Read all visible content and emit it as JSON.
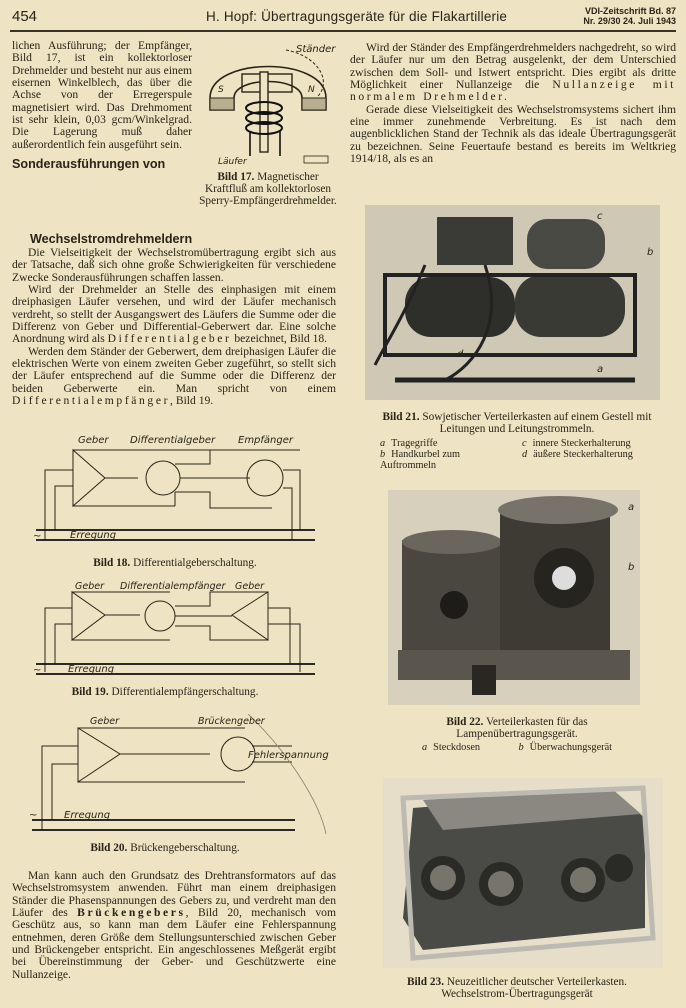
{
  "header": {
    "page_number": "454",
    "title": "H. Hopf: Übertragungsgeräte für die Flakartillerie",
    "journal_line1": "VDI-Zeitschrift Bd. 87",
    "journal_line2": "Nr. 29/30   24. Juli 1943"
  },
  "left": {
    "intro": "lichen Ausführung; der Empfänger, Bild 17, ist ein kollektorloser Drehmelder und besteht nur aus einem eisernen Winkelblech, das über die Achse von der Erregerspule magnetisiert wird. Das Drehmoment ist sehr klein, 0,03 gcm/Winkelgrad. Die Lagerung muß daher außerordentlich fein ausgeführt sein.",
    "heading_line1": "Sonderausführungen von",
    "heading_line2": "Wechselstromdrehmeldern",
    "p1": "Die Vielseitigkeit der Wechselstromübertragung ergibt sich aus der Tatsache, daß sich ohne große Schwierigkeiten für verschiedene Zwecke Sonderausführungen schaffen lassen.",
    "p2_a": "Wird der Drehmelder an Stelle des einphasigen mit einem dreiphasigen Läufer versehen, und wird der Läufer mechanisch verdreht, so stellt der Ausgangswert des Läufers die Summe oder die Differenz von Geber und Differential-Geberwert dar. Eine solche Anordnung wird als ",
    "p2_spaced": "Differentialgeber",
    "p2_b": " bezeichnet, Bild 18.",
    "p3_a": "Werden dem Ständer der Geberwert, dem dreiphasigen Läufer die elektrischen Werte von einem zweiten Geber zugeführt, so stellt sich der Läufer entsprechend auf die Summe oder die Differenz der beiden Geberwerte ein. Man spricht von einem ",
    "p3_spaced": "Differentialempfänger",
    "p3_b": ", Bild 19.",
    "p4_a": "Man kann auch den Grundsatz des Drehtransformators auf das Wechselstromsystem anwenden. Führt man einem dreiphasigen Ständer die Phasenspannungen des Gebers zu, und verdreht man den Läufer des ",
    "p4_spaced": "Brückengebers",
    "p4_b": ", Bild 20, mechanisch vom Geschütz aus, so kann man dem Läufer eine Fehlerspannung entnehmen, deren Größe dem Stellungsunterschied zwischen Geber und Brückengeber entspricht. Ein angeschlossenes Meßgerät ergibt bei Übereinstimmung der Geber- und Geschützwerte eine Nullanzeige."
  },
  "fig17": {
    "label_staender": "Ständer",
    "label_laeufer": "Läufer",
    "label_s": "S",
    "label_n": "N",
    "caption_num": "Bild 17.",
    "caption_text": "Magnetischer Kraftfluß am kollektorlosen Sperry-Empfängerdrehmelder."
  },
  "fig18": {
    "label_geber": "Geber",
    "label_diff": "Differentialgeber",
    "label_empf": "Empfänger",
    "label_erregung": "Erregung",
    "label_ac": "~",
    "caption_num": "Bild 18.",
    "caption_text": "Differentialgeberschaltung."
  },
  "fig19": {
    "label_geber1": "Geber",
    "label_diff": "Differentialempfänger",
    "label_geber2": "Geber",
    "label_erregung": "Erregung",
    "label_ac": "~",
    "caption_num": "Bild 19.",
    "caption_text": "Differentialempfängerschaltung."
  },
  "fig20": {
    "label_geber": "Geber",
    "label_bruecken": "Brückengeber",
    "label_fehler": "Fehlerspannung",
    "label_erregung": "Erregung",
    "label_ac": "~",
    "caption_num": "Bild 20.",
    "caption_text": "Brückengeberschaltung."
  },
  "right": {
    "p1_a": "Wird der Ständer des Empfängerdrehmelders nachgedreht, so wird der Läufer nur um den Betrag ausgelenkt, der dem Unterschied zwischen dem Soll- und Istwert entspricht. Dies ergibt als dritte Möglichkeit einer Nullanzeige die ",
    "p1_spaced": "Nullanzeige mit normalem Drehmelder.",
    "p2": "Gerade diese Vielseitigkeit des Wechselstromsystems sichert ihm eine immer zunehmende Verbreitung. Es ist nach dem augenblicklichen Stand der Technik als das ideale Übertragungsgerät zu bezeichnen. Seine Feuertaufe bestand es bereits im Weltkrieg 1914/18, als es an"
  },
  "fig21": {
    "callouts": [
      "a",
      "b",
      "c",
      "d"
    ],
    "caption_num": "Bild 21.",
    "caption_text": "Sowjetischer Verteilerkasten auf einem Gestell mit Leitungen und Leitungstrommeln.",
    "legend": [
      {
        "key": "a",
        "text": "Tragegriffe"
      },
      {
        "key": "c",
        "text": "innere Steckerhalterung"
      },
      {
        "key": "b",
        "text": "Handkurbel zum Auftrommeln"
      },
      {
        "key": "d",
        "text": "äußere Steckerhalterung"
      }
    ]
  },
  "fig22": {
    "callouts": [
      "a",
      "b"
    ],
    "caption_num": "Bild 22.",
    "caption_text": "Verteilerkasten für das Lampenübertragungsgerät.",
    "legend": [
      {
        "key": "a",
        "text": "Steckdosen"
      },
      {
        "key": "b",
        "text": "Überwachungsgerät"
      }
    ]
  },
  "fig23": {
    "caption_num": "Bild 23.",
    "caption_line1": "Neuzeitlicher deutscher Verteilerkasten.",
    "caption_line2": "Wechselstrom-Übertragungsgerät"
  }
}
